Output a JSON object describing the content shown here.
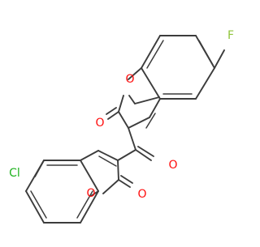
{
  "molecule": {
    "atom_labels": {
      "fluorine": "F",
      "chlorine": "Cl",
      "ring_oxygen_top": "O",
      "carbonyl_oxygen_top": "O",
      "ketone_oxygen": "O",
      "ring_oxygen_bottom": "O",
      "carbonyl_oxygen_bottom": "O"
    },
    "colors": {
      "bond": "#3c3c3c",
      "oxygen": "#ff0d0d",
      "fluorine": "#8fc43a",
      "chlorine": "#1fb31f",
      "background": "#ffffff"
    }
  }
}
